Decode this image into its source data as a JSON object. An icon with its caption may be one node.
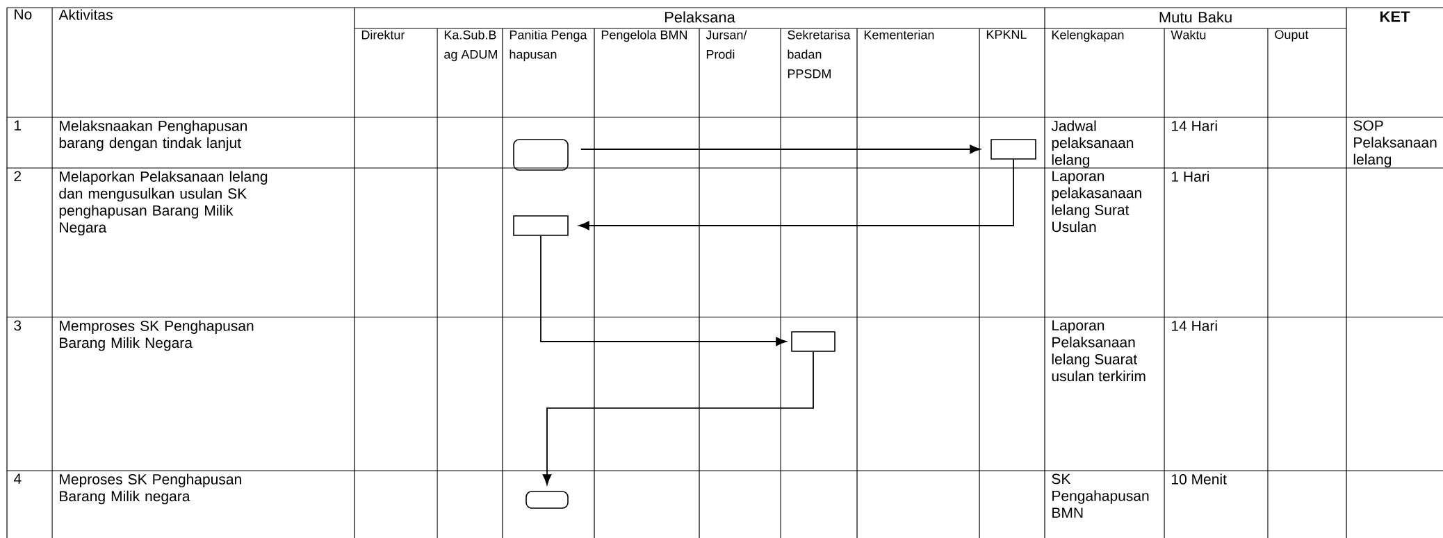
{
  "diagram": {
    "nodes": [
      {
        "text": [],
        "shape": "rounded"
      },
      {
        "text": [],
        "shape": "box"
      },
      {
        "text": [],
        "shape": "box"
      },
      {
        "text": [],
        "shape": "box"
      },
      {
        "text": [],
        "shape": "rounded"
      }
    ],
    "edges": [
      {
        "from": 0,
        "to": 1,
        "arrow": "to"
      },
      {
        "from": 1,
        "to": 2,
        "arrow": "to"
      },
      {
        "from": 2,
        "to": 3,
        "arrow": "to"
      },
      {
        "from": 3,
        "to": 4,
        "arrow": "to"
      }
    ],
    "labels": [
      "No",
      "Aktivitas",
      "Pelaksana",
      "Mutu Baku",
      "KET",
      "Direktur",
      "Ka.Sub.Bag ADUM",
      "Panitia Pengahapusan",
      "Pengelola BMN",
      "Jursan/ Prodi",
      "Sekretarisa badan PPSDM",
      "Kementerian",
      "KPKNL",
      "Kelengkapan",
      "Waktu",
      "Ouput",
      "1",
      "Melaksnaakan Penghapusan barang dengan tindak lanjut",
      "Jadwal pelaksanaan lelang",
      "14 Hari",
      "SOP Pelaksanaan lelang",
      "2",
      "Melaporkan Pelaksanaan lelang dan mengusulkan usulan SK penghapusan Barang Milik Negara",
      "Laporan pelakasanaan lelang Surat Usulan",
      "1 Hari",
      "3",
      "Memproses SK Penghapusan Barang Milik Negara",
      "Laporan Pelaksanaan lelang Suarat usulan terkirim",
      "14 Hari",
      "4",
      "Meproses SK Penghapusan Barang Milik negara",
      "SK Pengahapusan BMN",
      "10 Menit"
    ]
  }
}
